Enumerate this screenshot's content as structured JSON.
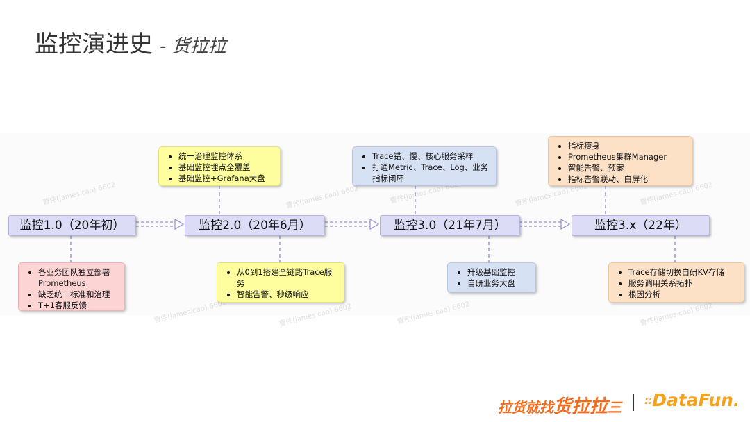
{
  "title": "监控演进史",
  "subtitle": "- 货拉拉",
  "stages": [
    {
      "label": "监控1.0（20年初）"
    },
    {
      "label": "监控2.0（20年6月）"
    },
    {
      "label": "监控3.0（21年7月）"
    },
    {
      "label": "监控3.x（22年）"
    }
  ],
  "notes_top": [
    {
      "items": [
        "统一治理监控体系",
        "基础监控埋点全覆盖",
        "基础监控+Grafana大盘"
      ]
    },
    {
      "items": [
        "Trace错、慢、核心服务采样",
        "打通Metric、Trace、Log、业务指标闭环"
      ]
    },
    {
      "items": [
        "指标瘦身",
        "Prometheus集群Manager",
        "智能告警、预案",
        "指标告警联动、白屏化"
      ]
    }
  ],
  "notes_bottom": [
    {
      "items": [
        "各业务团队独立部署Prometheus",
        "缺乏统一标准和治理",
        "T+1客服反馈"
      ]
    },
    {
      "items": [
        "从0到1搭建全链路Trace服务",
        "智能告警、秒级响应"
      ]
    },
    {
      "items": [
        "升级基础监控",
        "自研业务大盘"
      ]
    },
    {
      "items": [
        "Trace存储切换自研KV存储",
        "服务调用关系拓扑",
        "根因分析"
      ]
    }
  ],
  "watermark": "曹伟(james.cao) 6602",
  "footer": {
    "brand_cn_small": "拉货就找",
    "brand_cn_big": "货拉拉",
    "brand_cn_mark": "三",
    "brand_en_mark": "::",
    "brand_en": "DataFun."
  },
  "colors": {
    "stage_bg": "#dcdcf7",
    "yellow": "#fefe9e",
    "blue": "#d7e1f4",
    "orange": "#fde1c7",
    "red": "#fcd4d4",
    "brand_orange": "#f26b1d"
  }
}
